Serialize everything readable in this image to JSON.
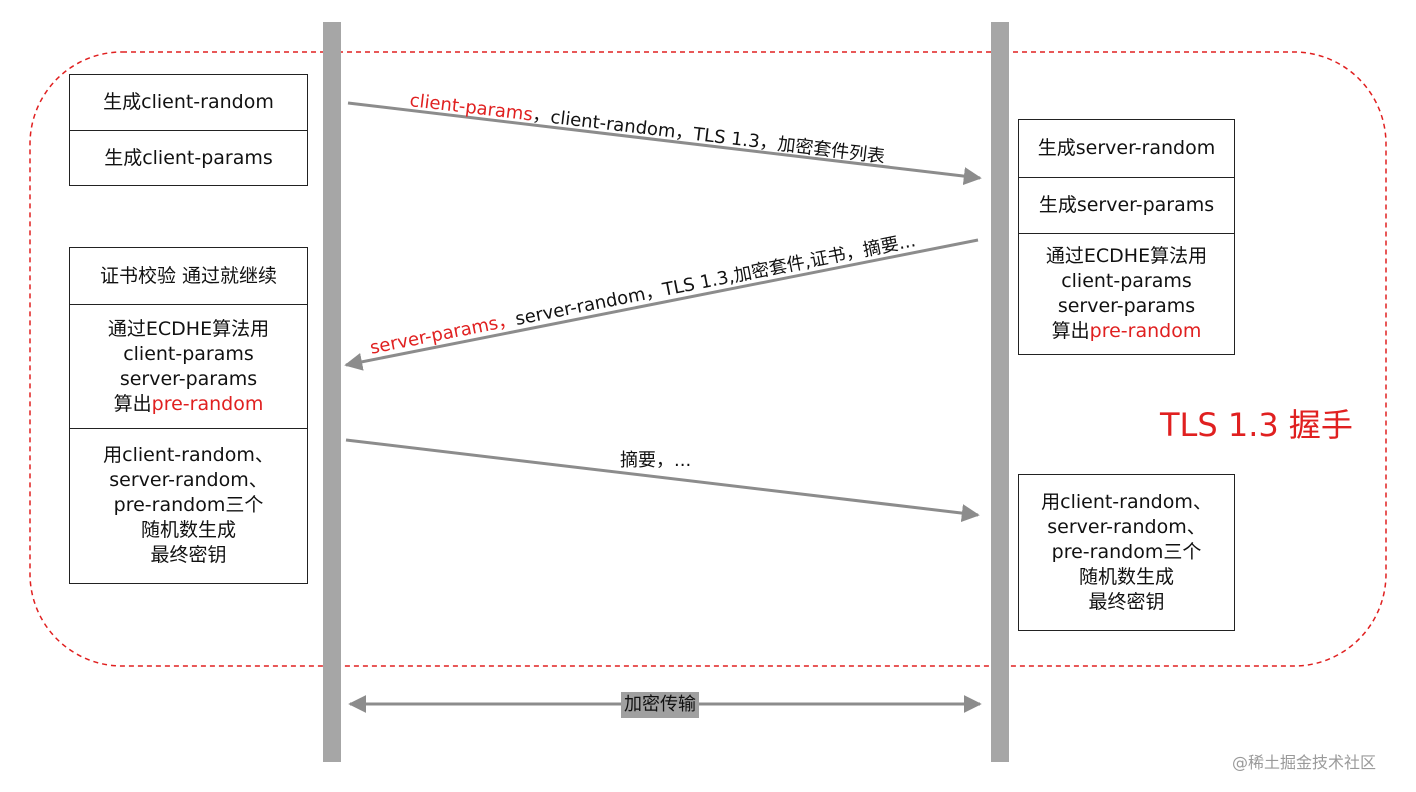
{
  "title": "TLS 1.3 握手",
  "client_steps": {
    "gen_random": "生成client-random",
    "gen_params": "生成client-params",
    "verify_cert": "证书校验 通过就继续",
    "ecdhe_line1": "通过ECDHE算法用",
    "ecdhe_line2": "client-params",
    "ecdhe_line3": "server-params",
    "ecdhe_line4_prefix": "算出",
    "ecdhe_line4_red": "pre-random",
    "key_line1": "用client-random、",
    "key_line2": "server-random、",
    "key_line3": "pre-random三个",
    "key_line4": "随机数生成",
    "key_line5": "最终密钥"
  },
  "server_steps": {
    "gen_random": "生成server-random",
    "gen_params": "生成server-params",
    "ecdhe_line1": "通过ECDHE算法用",
    "ecdhe_line2": "client-params",
    "ecdhe_line3": "server-params",
    "ecdhe_line4_prefix": "算出",
    "ecdhe_line4_red": "pre-random",
    "key_line1": "用client-random、",
    "key_line2": "server-random、",
    "key_line3": "pre-random三个",
    "key_line4": "随机数生成",
    "key_line5": "最终密钥"
  },
  "messages": {
    "client_hello_red": "client-params",
    "client_hello_rest": "，client-random，TLS 1.3，加密套件列表",
    "server_hello_red": "server-params，",
    "server_hello_rest": "server-random，TLS 1.3,加密套件,证书，摘要...",
    "finished": "摘要，..."
  },
  "bulk_transfer": "加密传输",
  "watermark": "@稀土掘金技术社区",
  "colors": {
    "accent_red": "#e02020",
    "lifeline_gray": "#a6a6a6",
    "arrow_gray": "#8c8c8c",
    "border": "#222222"
  }
}
